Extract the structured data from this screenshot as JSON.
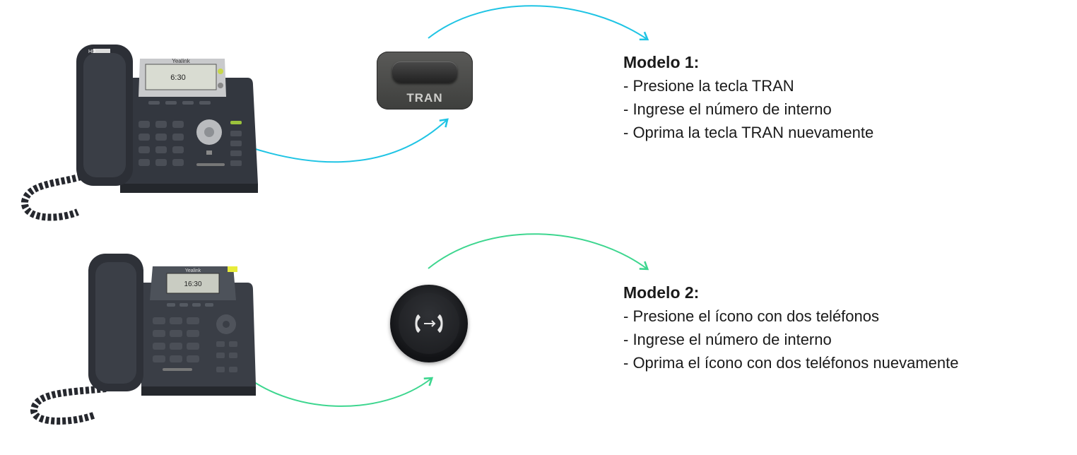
{
  "colors": {
    "arrow_model1": "#1fc4e4",
    "arrow_model2": "#3dd68f",
    "phone_body": "#33373f",
    "text": "#1a1a1a"
  },
  "models": [
    {
      "title": "Modelo 1:",
      "steps": [
        "- Presione la tecla TRAN",
        "- Ingrese el número de interno",
        "- Oprima la tecla TRAN nuevamente"
      ],
      "phone": {
        "brand": "Yealink",
        "screen_time": "6:30",
        "screen_badge": "HD"
      },
      "key": {
        "type": "tran-key",
        "label": "TRAN"
      }
    },
    {
      "title": "Modelo 2:",
      "steps": [
        "- Presione el ícono con dos teléfonos",
        "- Ingrese el número de interno",
        "- Oprima el ícono con dos teléfonos nuevamente"
      ],
      "phone": {
        "brand": "Yealink",
        "screen_time": "16:30"
      },
      "key": {
        "type": "transfer-icon-key",
        "icon": "two-phones-transfer-icon"
      }
    }
  ]
}
